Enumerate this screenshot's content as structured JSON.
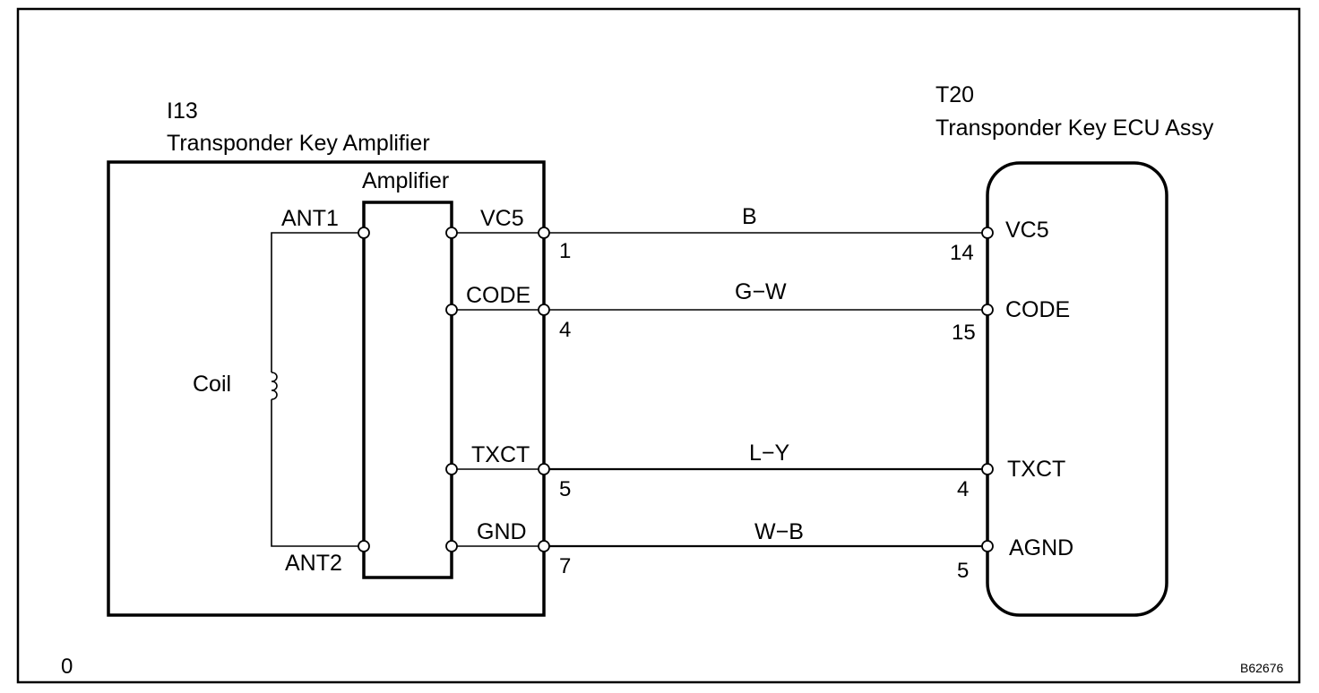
{
  "amplifier_unit": {
    "code": "I13",
    "name": "Transponder Key Amplifier",
    "inner_label": "Amplifier",
    "coil_label": "Coil",
    "antenna_pins": [
      "ANT1",
      "ANT2"
    ]
  },
  "ecu_unit": {
    "code": "T20",
    "name": "Transponder Key ECU Assy"
  },
  "wires": [
    {
      "amp_signal": "VC5",
      "amp_pin": "1",
      "color": "B",
      "ecu_pin": "14",
      "ecu_signal": "VC5"
    },
    {
      "amp_signal": "CODE",
      "amp_pin": "4",
      "color": "G−W",
      "ecu_pin": "15",
      "ecu_signal": "CODE"
    },
    {
      "amp_signal": "TXCT",
      "amp_pin": "5",
      "color": "L−Y",
      "ecu_pin": "4",
      "ecu_signal": "TXCT"
    },
    {
      "amp_signal": "GND",
      "amp_pin": "7",
      "color": "W−B",
      "ecu_pin": "5",
      "ecu_signal": "AGND"
    }
  ],
  "footer": {
    "left_mark": "0",
    "figure_id": "B62676"
  }
}
